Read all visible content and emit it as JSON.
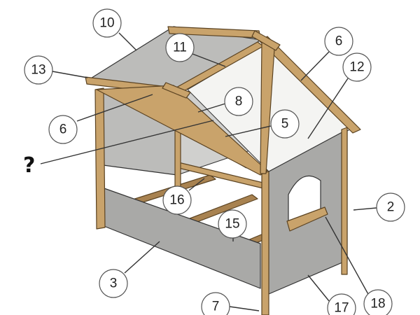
{
  "diagram": {
    "question_mark": "?",
    "callouts": [
      {
        "id": "c10",
        "label": "10"
      },
      {
        "id": "c11",
        "label": "11"
      },
      {
        "id": "c6a",
        "label": "6"
      },
      {
        "id": "c12",
        "label": "12"
      },
      {
        "id": "c13",
        "label": "13"
      },
      {
        "id": "c8",
        "label": "8"
      },
      {
        "id": "c5",
        "label": "5"
      },
      {
        "id": "c6b",
        "label": "6"
      },
      {
        "id": "c2",
        "label": "2"
      },
      {
        "id": "c16",
        "label": "16"
      },
      {
        "id": "c15",
        "label": "15"
      },
      {
        "id": "c3",
        "label": "3"
      },
      {
        "id": "c7",
        "label": "7"
      },
      {
        "id": "c17",
        "label": "17"
      },
      {
        "id": "c18",
        "label": "18"
      }
    ],
    "colors": {
      "wood": "#c9a36b",
      "panel": "#a9a9a7",
      "highlight": "#f7e21c",
      "outline": "#333333"
    }
  }
}
